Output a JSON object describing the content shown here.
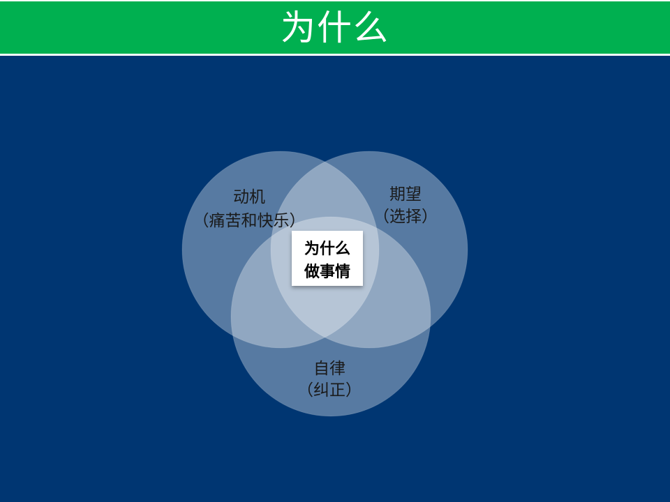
{
  "slide": {
    "title": "为什么",
    "colors": {
      "title_bar": "#00B050",
      "background": "#003672",
      "circle_fill": "#FFFFFF",
      "circle_text": "#1A1A1A",
      "center_box": "#FFFFFF",
      "center_text": "#000000"
    }
  },
  "venn": {
    "circles": [
      {
        "id": "motivation",
        "title": "动机",
        "subtitle": "（痛苦和快乐）"
      },
      {
        "id": "expectation",
        "title": "期望",
        "subtitle": "（选择）"
      },
      {
        "id": "discipline",
        "title": "自律",
        "subtitle": "（纠正）"
      }
    ],
    "center": {
      "line1": "为什么",
      "line2": "做事情"
    }
  }
}
